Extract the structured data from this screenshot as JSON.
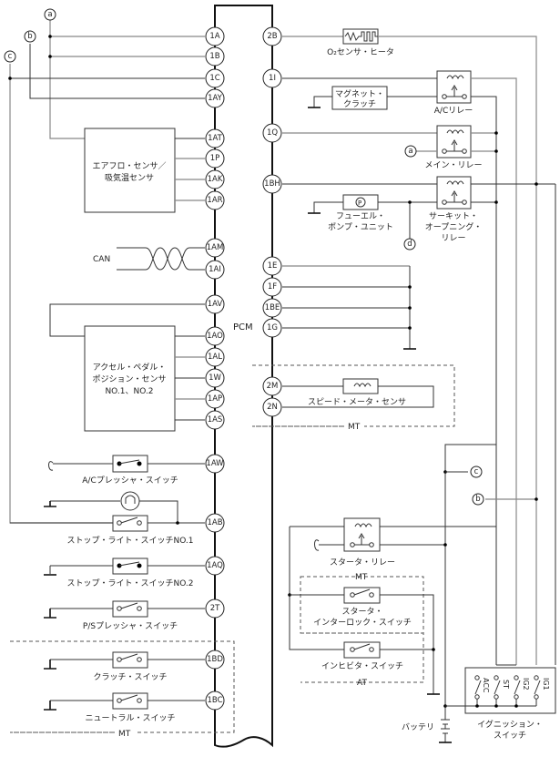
{
  "title": "PCM",
  "pcm_label": "PCM",
  "pins_left": [
    "1A",
    "1B",
    "1C",
    "1AY",
    "1AT",
    "1P",
    "1AK",
    "1AR",
    "1AM",
    "1AI",
    "1AV",
    "1AO",
    "1AL",
    "1W",
    "1AP",
    "1AS",
    "1AW",
    "1AB",
    "1AQ",
    "2T",
    "1BD",
    "1BC"
  ],
  "pins_right": [
    "2B",
    "1I",
    "1Q",
    "1BH",
    "1E",
    "1F",
    "1BE",
    "1G",
    "2M",
    "2N"
  ],
  "connectors": [
    "a",
    "b",
    "c",
    "d"
  ],
  "components": {
    "airflow_sensor": [
      "エアフロ・センサ／",
      "吸気温センサ"
    ],
    "can": "CAN",
    "accel_sensor": [
      "アクセル・ペダル・",
      "ポジション・センサ",
      "NO.1、NO.2"
    ],
    "ac_pressure_switch": "A/Cプレッシャ・スイッチ",
    "stop_light_switch_1": "ストップ・ライト・スイッチNO.1",
    "stop_light_switch_2": "ストップ・ライト・スイッチNO.2",
    "ps_pressure_switch": "P/Sプレッシャ・スイッチ",
    "clutch_switch": "クラッチ・スイッチ",
    "neutral_switch": "ニュートラル・スイッチ",
    "o2_heater": "O₂センサ・ヒータ",
    "magnet_clutch": [
      "マグネット・",
      "クラッチ"
    ],
    "ac_relay": "A/Cリレー",
    "main_relay": "メイン・リレー",
    "fuel_pump": [
      "フューエル・",
      "ポンプ・ユニット"
    ],
    "circuit_opening_relay": [
      "サーキット・",
      "オープニング・",
      "リレー"
    ],
    "speed_sensor": "スピード・メータ・センサ",
    "starter_relay": "スタータ・リレー",
    "starter_interlock": [
      "スタータ・",
      "インターロック・スイッチ"
    ],
    "inhibitor_switch": "インヒビタ・スイッチ",
    "battery": "バッテリ",
    "ignition_switch": [
      "イグニッション・",
      "スイッチ"
    ],
    "ignition_positions": [
      "ACC",
      "ST",
      "IG2",
      "IG1"
    ],
    "pump_symbol": "P"
  },
  "groups": {
    "mt": "MT",
    "at": "AT"
  }
}
